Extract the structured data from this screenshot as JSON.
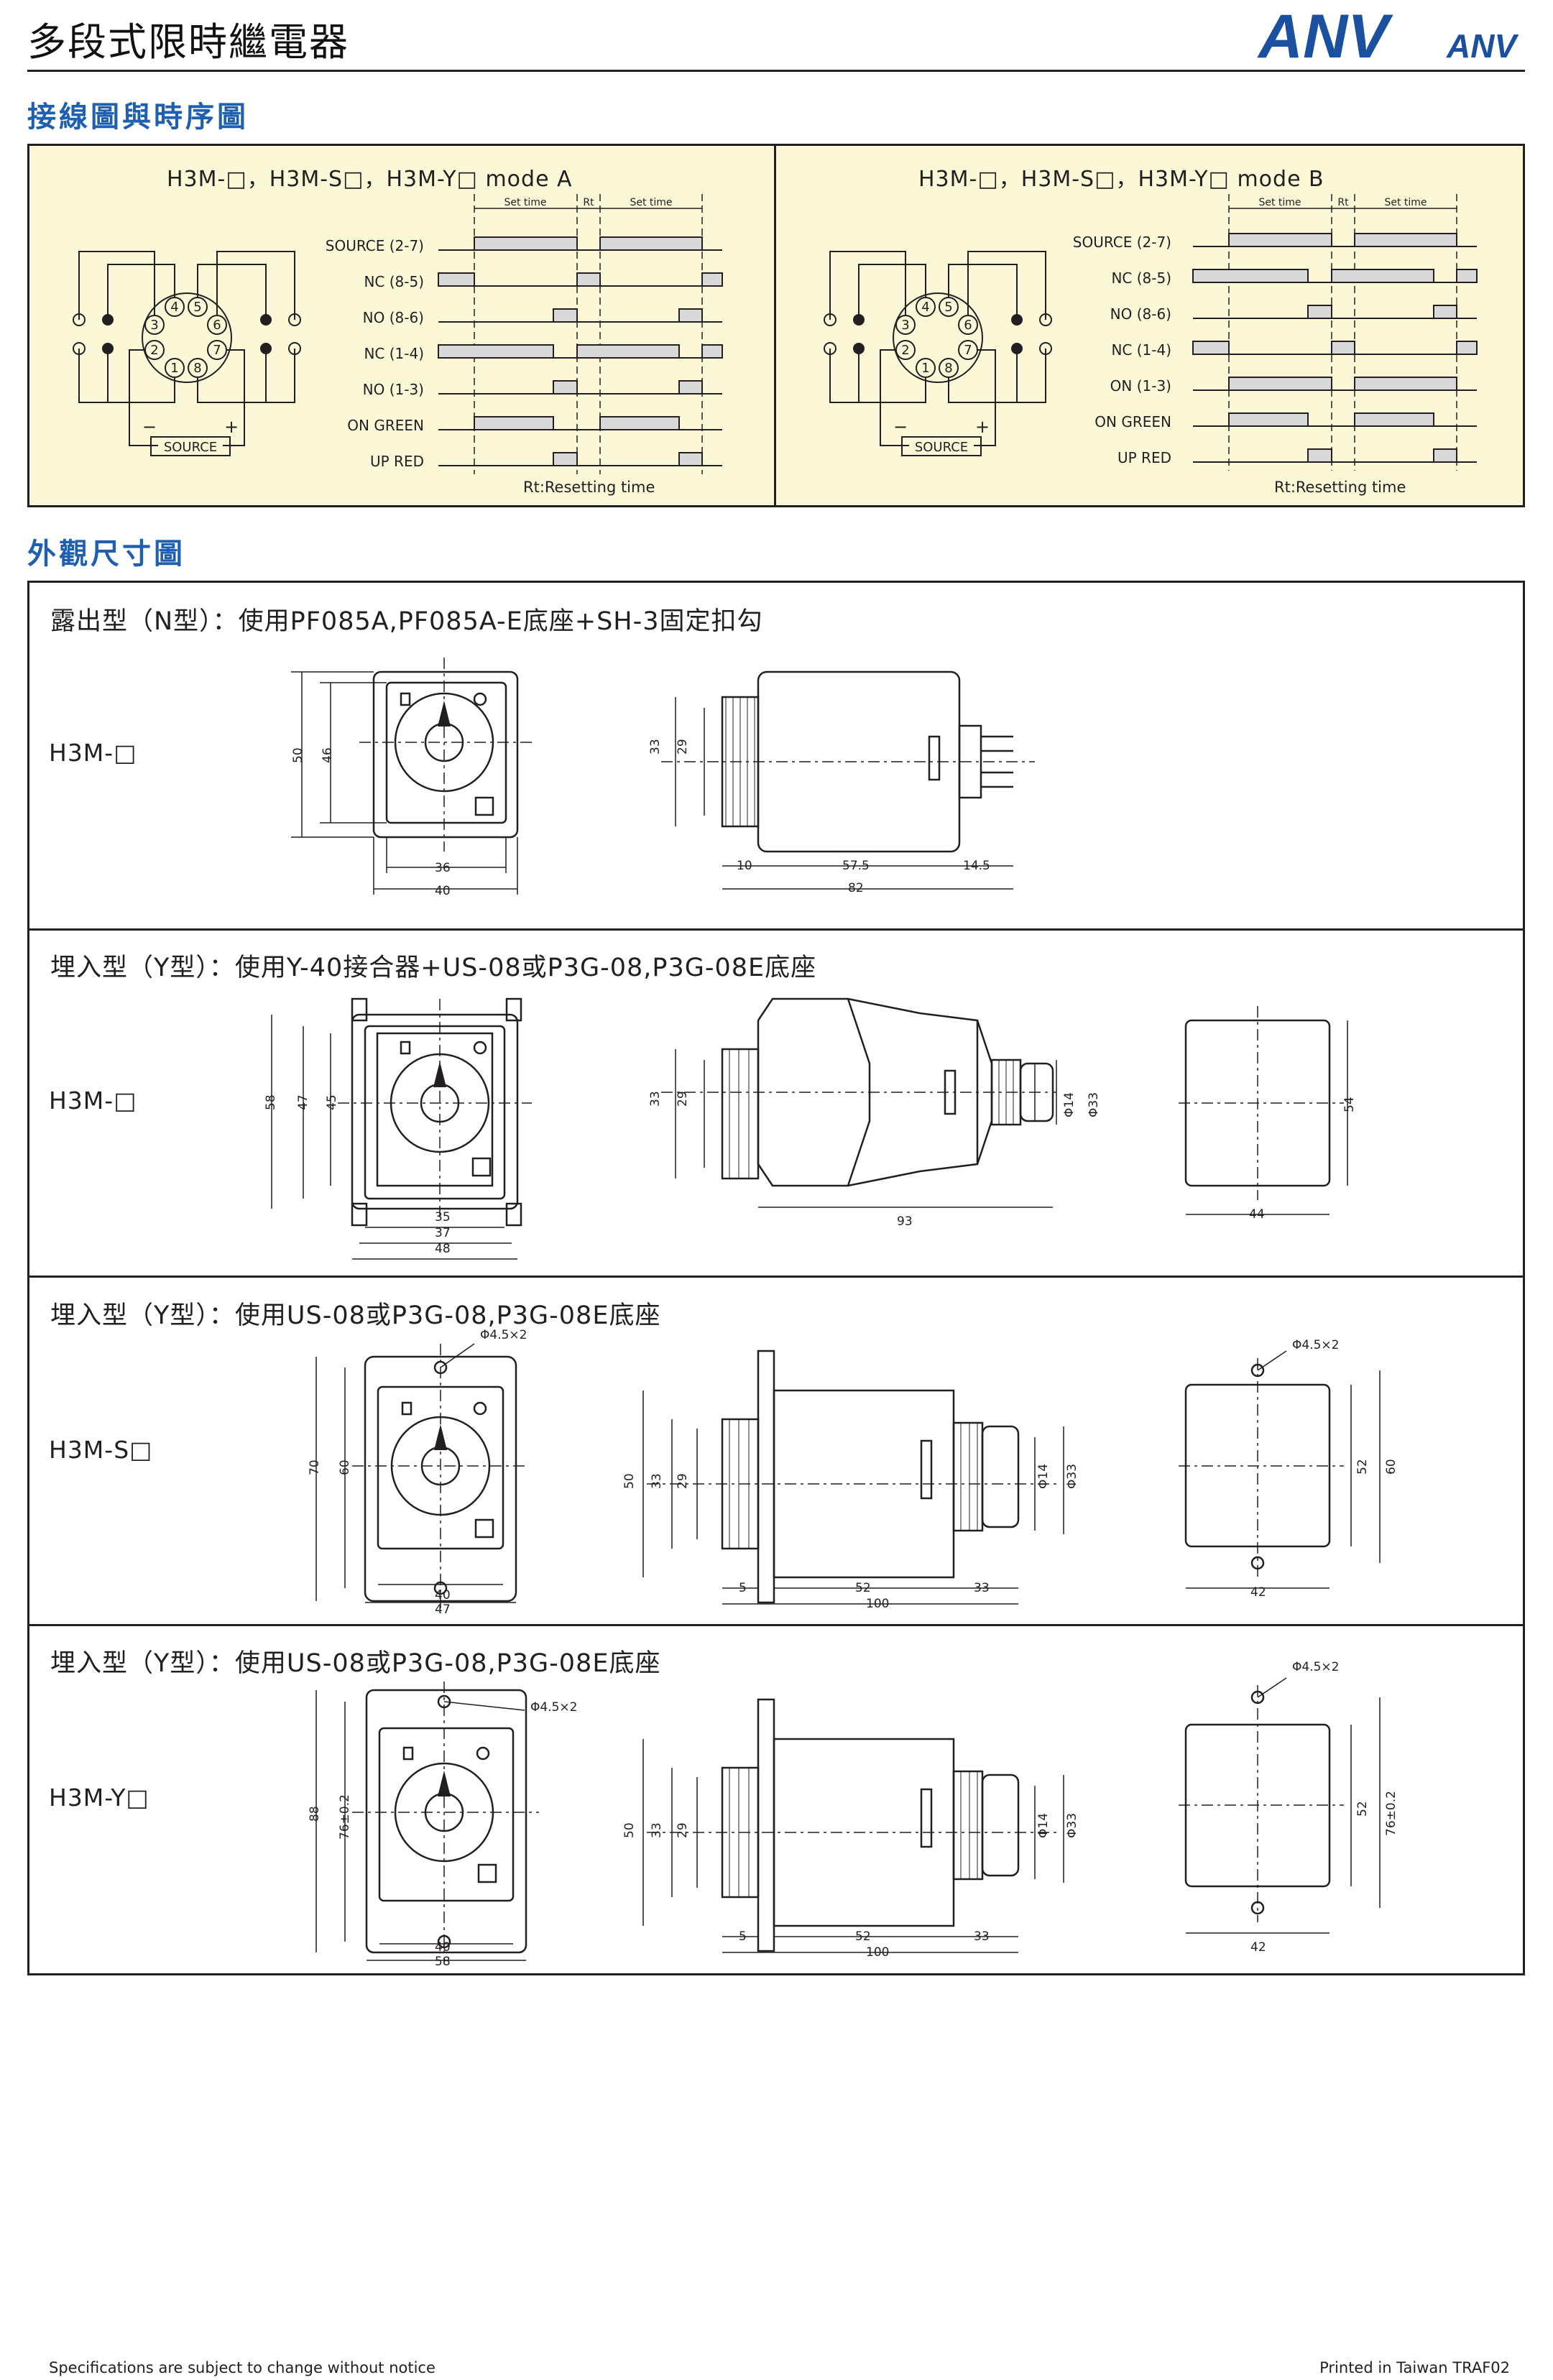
{
  "header": {
    "title": "多段式限時繼電器",
    "brand_big": "ANV",
    "brand_small": "ANV"
  },
  "colors": {
    "heading_blue": "#1f5fb0",
    "brand_blue": "#1b4fa0",
    "panel_bg": "#fcf7d6",
    "ink": "#231f20"
  },
  "wiring": {
    "heading": "接線圖與時序圖",
    "mode_a": {
      "title": "H3M-□，H3M-S□，H3M-Y□ mode A",
      "set_time": "Set time",
      "rt": "Rt",
      "signals": [
        "SOURCE (2-7)",
        "NC (8-5)",
        "NO (8-6)",
        "NC (1-4)",
        "NO (1-3)",
        "ON GREEN",
        "UP RED"
      ],
      "note": "Rt:Resetting time",
      "pins": [
        "4",
        "5",
        "3",
        "6",
        "2",
        "7",
        "1",
        "8"
      ],
      "minus": "−",
      "plus": "+",
      "source": "SOURCE"
    },
    "mode_b": {
      "title": "H3M-□，H3M-S□，H3M-Y□ mode B",
      "set_time": "Set time",
      "rt": "Rt",
      "signals": [
        "SOURCE (2-7)",
        "NC (8-5)",
        "NO (8-6)",
        "NC (1-4)",
        "ON (1-3)",
        "ON GREEN",
        "UP RED"
      ],
      "note": "Rt:Resetting time",
      "pins": [
        "4",
        "5",
        "3",
        "6",
        "2",
        "7",
        "1",
        "8"
      ],
      "minus": "−",
      "plus": "+",
      "source": "SOURCE"
    }
  },
  "dimensions": {
    "heading": "外觀尺寸圖",
    "rows": [
      {
        "title": "露出型（N型）：使用PF085A,PF085A-E底座+SH-3固定扣勾",
        "model": "H3M-□",
        "front": {
          "h_outer": "50",
          "h_inner": "46",
          "w_inner": "36",
          "w_outer": "40"
        },
        "side": {
          "h_outer": "33",
          "h_inner": "29",
          "d1": "10",
          "d2": "57.5",
          "d3": "14.5",
          "total": "82"
        }
      },
      {
        "title": "埋入型（Y型）：使用Y-40接合器+US-08或P3G-08,P3G-08E底座",
        "model": "H3M-□",
        "front": {
          "h1": "58",
          "h2": "47",
          "h3": "45",
          "w1": "35",
          "w2": "37",
          "w3": "48"
        },
        "side": {
          "h_outer": "33",
          "h_inner": "29",
          "d_small": "Φ14",
          "d_big": "Φ33",
          "total": "93"
        },
        "cutout": {
          "h": "54",
          "w": "44"
        }
      },
      {
        "title": "埋入型（Y型）：使用US-08或P3G-08,P3G-08E底座",
        "model": "H3M-S□",
        "front": {
          "hole": "Φ4.5×2",
          "h_outer": "70",
          "h_inner": "60",
          "w_inner": "40",
          "w_outer": "47"
        },
        "side": {
          "h1": "50",
          "h2": "33",
          "h3": "29",
          "d_small": "Φ14",
          "d_big": "Φ33",
          "d1": "5",
          "d2": "52",
          "d3": "33",
          "total": "100"
        },
        "cutout": {
          "hole": "Φ4.5×2",
          "h1": "52",
          "h2": "60",
          "w": "42"
        }
      },
      {
        "title": "埋入型（Y型）：使用US-08或P3G-08,P3G-08E底座",
        "model": "H3M-Y□",
        "front": {
          "hole": "Φ4.5×2",
          "h_outer": "88",
          "h_inner": "76±0.2",
          "w_inner": "40",
          "w_outer": "58"
        },
        "side": {
          "h1": "50",
          "h2": "33",
          "h3": "29",
          "d_small": "Φ14",
          "d_big": "Φ33",
          "d1": "5",
          "d2": "52",
          "d3": "33",
          "total": "100"
        },
        "cutout": {
          "hole": "Φ4.5×2",
          "h1": "52",
          "h2": "76±0.2",
          "w": "42"
        }
      }
    ]
  },
  "footer": {
    "left": "Specifications are subject to change without notice",
    "right": "Printed in Taiwan   TRAF02"
  }
}
